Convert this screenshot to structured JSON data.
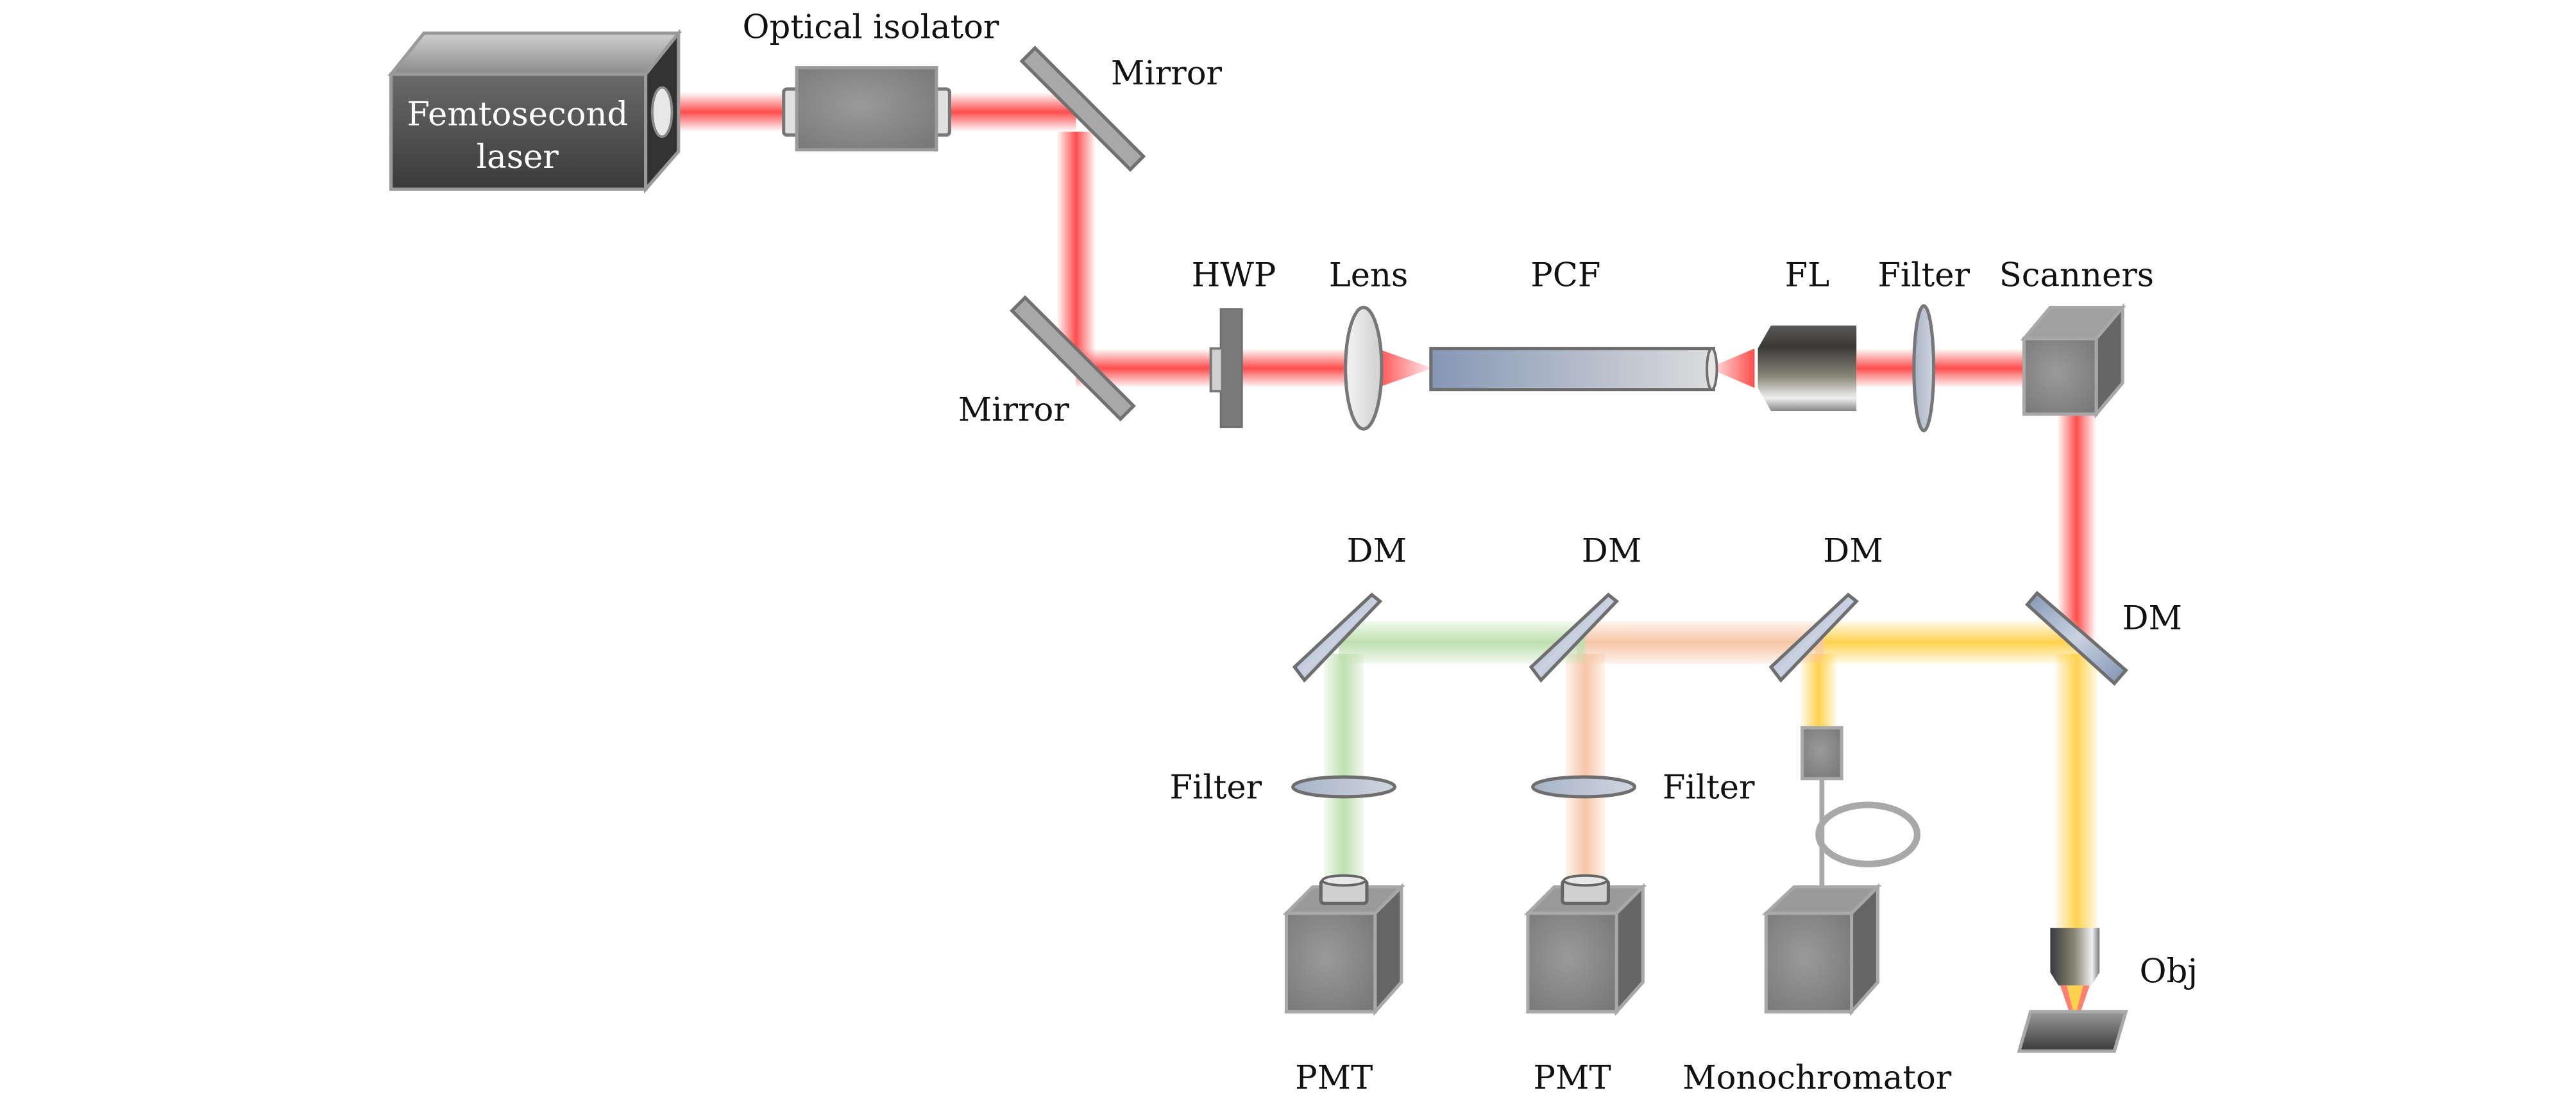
{
  "diagram": {
    "title": "Femtosecond laser multimodal microscopy optical setup",
    "colors": {
      "excitation_beam": "#ff4d4d",
      "green_signal": "#bfe0b0",
      "orange_signal": "#f6c6a6",
      "yellow_signal": "#ffd24d",
      "component_gray": "#8a8a8a",
      "dichroic_blue": "#9aaac2",
      "background": "#ffffff"
    },
    "labels": {
      "laser_line1": "Femtosecond",
      "laser_line2": "laser",
      "optical_isolator": "Optical isolator",
      "mirror_top": "Mirror",
      "mirror_bottom": "Mirror",
      "hwp": "HWP",
      "lens": "Lens",
      "pcf": "PCF",
      "fl": "FL",
      "filter_top": "Filter",
      "scanners": "Scanners",
      "dm1": "DM",
      "dm2": "DM",
      "dm3": "DM",
      "dm4": "DM",
      "filter_left": "Filter",
      "filter_right": "Filter",
      "pmt1": "PMT",
      "pmt2": "PMT",
      "monochromator": "Monochromator",
      "objective": "Obj"
    },
    "components": [
      {
        "id": "laser",
        "name": "Femtosecond laser",
        "icon": "laser-box"
      },
      {
        "id": "isolator",
        "name": "Optical isolator",
        "icon": "isolator-cylinder"
      },
      {
        "id": "mirror1",
        "name": "Mirror",
        "icon": "mirror-plate"
      },
      {
        "id": "mirror2",
        "name": "Mirror",
        "icon": "mirror-plate"
      },
      {
        "id": "hwp",
        "name": "HWP",
        "icon": "waveplate"
      },
      {
        "id": "lens",
        "name": "Lens",
        "icon": "convex-lens"
      },
      {
        "id": "pcf",
        "name": "PCF",
        "icon": "fiber-cylinder"
      },
      {
        "id": "fl",
        "name": "FL",
        "icon": "focusing-lens-barrel"
      },
      {
        "id": "filter_top",
        "name": "Filter",
        "icon": "filter-disc"
      },
      {
        "id": "scanners",
        "name": "Scanners",
        "icon": "scanner-box"
      },
      {
        "id": "dm1",
        "name": "DM",
        "icon": "dichroic-mirror"
      },
      {
        "id": "dm2",
        "name": "DM",
        "icon": "dichroic-mirror"
      },
      {
        "id": "dm3",
        "name": "DM",
        "icon": "dichroic-mirror"
      },
      {
        "id": "dm4",
        "name": "DM",
        "icon": "dichroic-mirror"
      },
      {
        "id": "filter_left",
        "name": "Filter",
        "icon": "filter-disc"
      },
      {
        "id": "filter_right",
        "name": "Filter",
        "icon": "filter-disc"
      },
      {
        "id": "pmt1",
        "name": "PMT",
        "icon": "detector-box"
      },
      {
        "id": "pmt2",
        "name": "PMT",
        "icon": "detector-box"
      },
      {
        "id": "mono",
        "name": "Monochromator",
        "icon": "detector-box"
      },
      {
        "id": "obj",
        "name": "Obj",
        "icon": "objective"
      }
    ]
  }
}
